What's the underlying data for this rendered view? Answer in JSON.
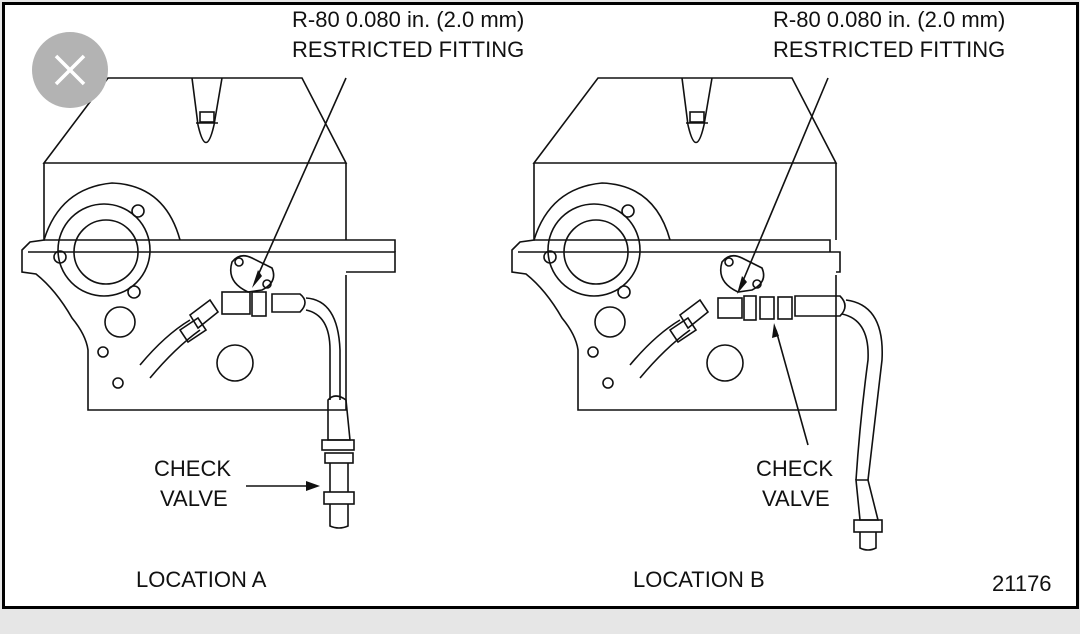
{
  "figure": {
    "figure_number": "21176",
    "panels": [
      {
        "id": "A",
        "location_label": "LOCATION A",
        "callouts": {
          "fitting_line1": "R-80 0.080 in. (2.0 mm)",
          "fitting_line2": "RESTRICTED FITTING",
          "check_valve_line1": "CHECK",
          "check_valve_line2": "VALVE"
        }
      },
      {
        "id": "B",
        "location_label": "LOCATION B",
        "callouts": {
          "fitting_line1": "R-80 0.080 in. (2.0 mm)",
          "fitting_line2": "RESTRICTED FITTING",
          "check_valve_line1": "CHECK",
          "check_valve_line2": "VALVE"
        }
      }
    ]
  },
  "overlay": {
    "close_button": {
      "icon": "close-icon",
      "color": "#b3b3b3"
    }
  }
}
